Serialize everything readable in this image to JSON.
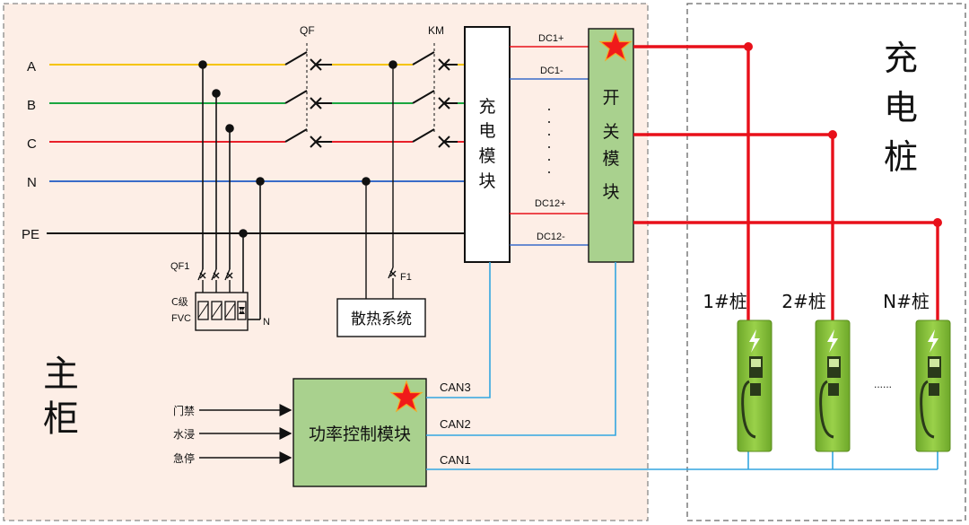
{
  "cabinet": {
    "title": "主柜",
    "phases": [
      "A",
      "B",
      "C",
      "N",
      "PE"
    ],
    "breaker_main": "QF",
    "contactor": "KM",
    "breaker_spd": "QF1",
    "spd_label_line1": "C级",
    "spd_label_line2": "FVC",
    "spd_neutral": "N",
    "fan_fuse": "F1",
    "fan_system": "散热系统",
    "charging_module": "充电模块",
    "switch_module": "开关模块",
    "power_control": "功率控制模块",
    "dc_labels": [
      "DC1+",
      "DC1-",
      "DC12+",
      "DC12-"
    ],
    "can_labels": [
      "CAN3",
      "CAN2",
      "CAN1"
    ],
    "inputs": [
      "门禁",
      "水浸",
      "急停"
    ]
  },
  "pile_area": {
    "title": "充电桩",
    "piles": [
      "1#桩",
      "2#桩",
      "N#桩"
    ],
    "ellipsis": "......"
  },
  "colors": {
    "phase_a": "#f5c400",
    "phase_b": "#1aa640",
    "phase_c": "#e8202a",
    "neutral": "#3a6cc8",
    "pe": "#111111",
    "dc_output": "#e8101a",
    "can_bus": "#33a6e0",
    "cabinet_bg": "#fdeee6",
    "module_green": "#a9d18e",
    "pile_green": "#86bd3b",
    "star": "#f01a1a"
  },
  "icons": [
    "star-icon",
    "lightning-icon",
    "breaker-icon",
    "arrow-right-icon"
  ]
}
